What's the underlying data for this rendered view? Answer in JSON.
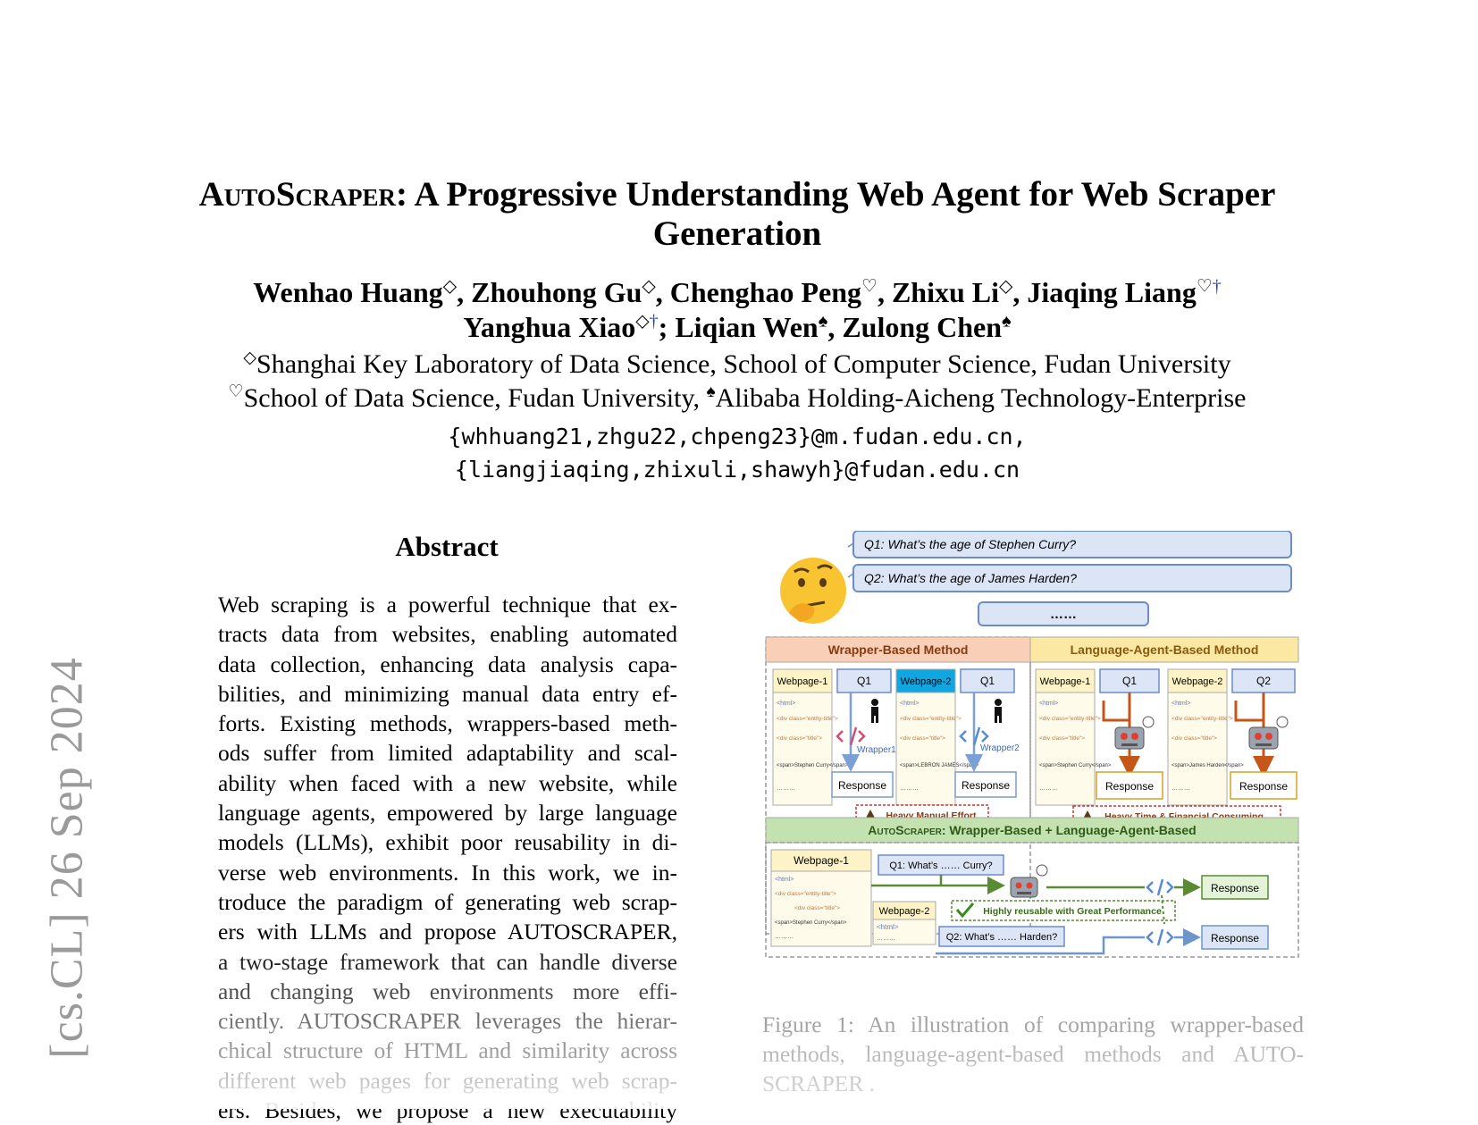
{
  "paper": {
    "title_part1_sc": "AutoScraper",
    "title_part2": ": A Progressive Understanding Web Agent for Web Scraper",
    "title_line2": "Generation",
    "authors": [
      {
        "name": "Wenhao Huang",
        "mark": "◇",
        "sep": ", "
      },
      {
        "name": "Zhouhong Gu",
        "mark": "◇",
        "sep": ", "
      },
      {
        "name": "Chenghao Peng",
        "mark": "♡",
        "sep": ", "
      },
      {
        "name": "Zhixu Li",
        "mark": "◇",
        "sep": ", "
      },
      {
        "name": "Jiaqing Liang",
        "mark": "♡",
        "dagger": "†",
        "sep": ""
      },
      {
        "name": "Yanghua Xiao",
        "mark": "◇",
        "dagger": "†",
        "sep": "; "
      },
      {
        "name": "Liqian Wen",
        "mark": "♠",
        "sep": ", "
      },
      {
        "name": "Zulong Chen",
        "mark": "♠",
        "sep": ""
      }
    ],
    "affiliation_1_mark": "◇",
    "affiliation_1": "Shanghai Key Laboratory of Data Science, School of Computer Science, Fudan University",
    "affiliation_2_mark": "♡",
    "affiliation_2": "School of Data Science, Fudan University, ",
    "affiliation_3_mark": "♠",
    "affiliation_3": "Alibaba Holding-Aicheng Technology-Enterprise",
    "email_1": "{whhuang21,zhgu22,chpeng23}@m.fudan.edu.cn,",
    "email_2": "{liangjiaqing,zhixuli,shawyh}@fudan.edu.cn",
    "arxiv_stamp": "[cs.CL]  26 Sep 2024",
    "abstract_heading": "Abstract",
    "abstract_lines": [
      "Web scraping is a powerful technique that ex-",
      "tracts data from websites, enabling automated",
      "data collection, enhancing data analysis capa-",
      "bilities, and minimizing manual data entry ef-",
      "forts. Existing methods, wrappers-based meth-",
      "ods suffer from limited adaptability and scal-",
      "ability when faced with a new website, while",
      "language agents, empowered by large language",
      "models (LLMs), exhibit poor reusability in di-",
      "verse web environments.  In this work, we in-",
      "troduce the paradigm of generating web scrap-",
      "ers with LLMs and propose AUTOSCRAPER,",
      "a two-stage framework that can handle diverse",
      "and changing web environments more effi-",
      "ciently.  AUTOSCRAPER leverages the hierar-",
      "chical structure of HTML and similarity across",
      "different web pages for generating web scrap-",
      "ers. Besides, we propose a new executability"
    ],
    "caption_lines": [
      "Figure 1: An illustration of comparing wrapper-based",
      "methods, language-agent-based methods and AUTO-",
      "SCRAPER ."
    ]
  },
  "figure": {
    "q1": "Q1: What’s the age of Stephen Curry?",
    "q2": "Q2: What’s the age of James Harden?",
    "ellipsis": "……",
    "wrapper_header": "Wrapper-Based Method",
    "agent_header": "Language-Agent-Based Method",
    "webpage1": "Webpage-1",
    "webpage2": "Webpage-2",
    "q1_short": "Q1",
    "q2_short": "Q2",
    "wrapper1": "Wrapper1",
    "wrapper2": "Wrapper2",
    "response": "Response",
    "heavy_manual": "Heavy Manual Effort",
    "heavy_time": "Heavy Time & Financial Consuming",
    "auto_header_sc": "AutoScraper",
    "auto_header_rest": ": Wrapper-Based + Language-Agent-Based",
    "q1_curry": "Q1: What’s …… Curry?",
    "q2_harden": "Q2: What’s …… Harden?",
    "reusable": "Highly reusable with Great Performance",
    "code_html": "<html>",
    "code_div_entity": "<div class=\"entity-title\">",
    "code_div_title": "<div class=\"title\">",
    "code_span_curry": "<span>Stephen Curry</span>",
    "code_span_lebron": "<span>LEBRON JAMES</span>",
    "code_span_harden": "<span>James Harden</span>",
    "code_dots": "………"
  }
}
